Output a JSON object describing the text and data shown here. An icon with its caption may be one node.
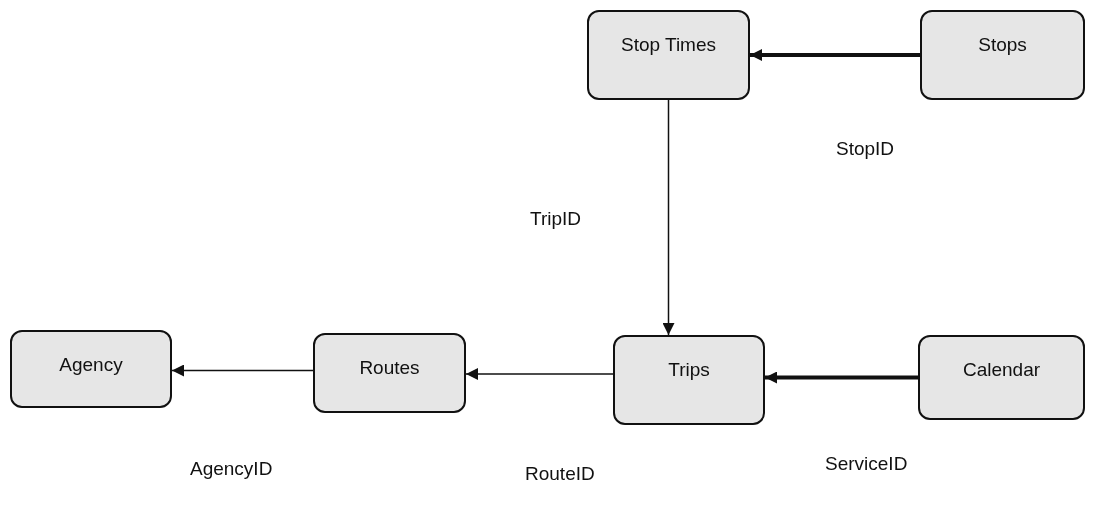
{
  "diagram": {
    "nodes": [
      {
        "text": [
          "Stop Times"
        ]
      },
      {
        "text": [
          "Stops"
        ]
      },
      {
        "text": [
          "Agency"
        ]
      },
      {
        "text": [
          "Routes"
        ]
      },
      {
        "text": [
          "Trips"
        ]
      },
      {
        "text": [
          "Calendar"
        ]
      }
    ],
    "edges": [
      {
        "from": 1,
        "to": 0,
        "arrow": "to",
        "style": "thick"
      },
      {
        "from": 0,
        "to": 4,
        "arrow": "to"
      },
      {
        "from": 3,
        "to": 2,
        "arrow": "to"
      },
      {
        "from": 4,
        "to": 3,
        "arrow": "to"
      },
      {
        "from": 5,
        "to": 4,
        "arrow": "to",
        "style": "thick"
      }
    ],
    "labels": [
      "StopID",
      "TripID",
      "AgencyID",
      "RouteID",
      "ServiceID"
    ]
  }
}
